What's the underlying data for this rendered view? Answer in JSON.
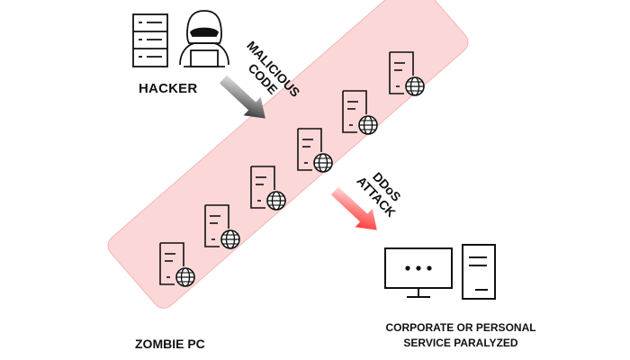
{
  "diagram": {
    "hacker_label": "HACKER",
    "malicious_code_label": [
      "MALICIOUS",
      "CODE"
    ],
    "ddos_label": [
      "DDoS",
      "ATTACK"
    ],
    "zombie_label": "ZOMBIE PC",
    "target_label": [
      "CORPORATE OR PERSONAL",
      "SERVICE PARALYZED"
    ],
    "zombie_count": 6,
    "colors": {
      "band": "#fbd7d7",
      "band_stroke": "#f3b6b6",
      "ddos_arrow": "#ff1a1a",
      "malicious_arrow": "#111111",
      "line": "#111111"
    },
    "icons": [
      "server-rack-icon",
      "hacker-icon",
      "zombie-pc-icon",
      "monitor-icon",
      "pc-tower-icon",
      "globe-icon"
    ]
  }
}
